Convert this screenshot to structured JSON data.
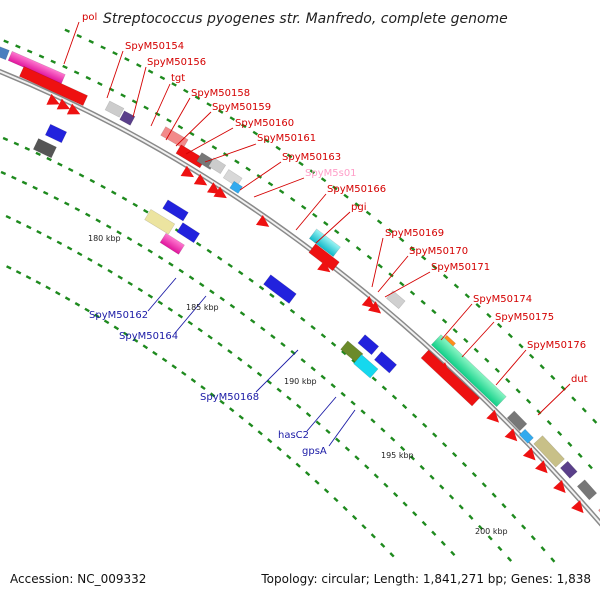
{
  "title": "Streptococcus pyogenes str. Manfredo, complete genome",
  "footer": {
    "accession": "Accession: NC_009332",
    "topology": "Topology: circular; Length: 1,841,271 bp; Genes: 1,838"
  },
  "colors": {
    "label_forward": "#d40000",
    "label_rna": "#ff9ec8",
    "label_reverse": "#1a1aa6",
    "backbone": "#9a9a9a",
    "tick": "#1e8a1e",
    "cds_arrow": "#ee1111"
  },
  "scale_ticks": [
    "180 kbp",
    "185 kbp",
    "190 kbp",
    "195 kbp",
    "200 kbp"
  ],
  "gene_labels_forward": [
    "pol",
    "SpyM50154",
    "SpyM50156",
    "tgt",
    "SpyM50158",
    "SpyM50159",
    "SpyM50160",
    "SpyM50161",
    "SpyM50163",
    "SpyM5s01",
    "SpyM50166",
    "pgi",
    "SpyM50169",
    "SpyM50170",
    "SpyM50171",
    "SpyM50174",
    "SpyM50175",
    "SpyM50176",
    "dut"
  ],
  "gene_labels_reverse": [
    "SpyM50162",
    "SpyM50164",
    "SpyM50168",
    "hasC2",
    "gpsA"
  ]
}
